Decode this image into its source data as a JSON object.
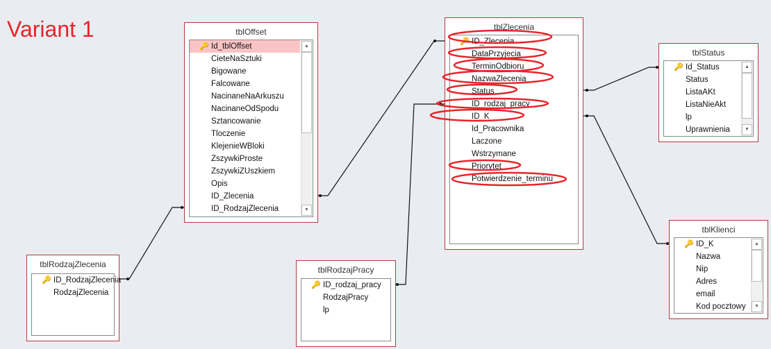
{
  "title": "Variant 1",
  "tables": {
    "offset": {
      "name": "tblOffset",
      "fields": [
        "Id_tblOffset",
        "CieteNaSztuki",
        "Bigowane",
        "Falcowane",
        "NacinaneNaArkuszu",
        "NacinaneOdSpodu",
        "Sztancowanie",
        "Tloczenie",
        "KlejenieWBloki",
        "ZszywkiProste",
        "ZszywkiZUszkiem",
        "Opis",
        "ID_Zlecenia",
        "ID_RodzajZlecenia"
      ]
    },
    "zlecenia": {
      "name": "tblZlecenia",
      "fields": [
        "ID_Zlecenia",
        "DataPrzyjecia",
        "TerminOdbioru",
        "NazwaZlecenia",
        "Status",
        "ID_rodzaj_pracy",
        "ID_K",
        "Id_Pracownika",
        "Laczone",
        "Wstrzymane",
        "Priorytet",
        "Potwierdzenie_terminu"
      ]
    },
    "status": {
      "name": "tblStatus",
      "fields": [
        "Id_Status",
        "Status",
        "ListaAKt",
        "ListaNieAkt",
        "lp",
        "Uprawnienia"
      ]
    },
    "klienci": {
      "name": "tblKlienci",
      "fields": [
        "ID_K",
        "Nazwa",
        "Nip",
        "Adres",
        "email",
        "Kod pocztowy"
      ]
    },
    "rodzajZlecenia": {
      "name": "tblRodzajZlecenia",
      "fields": [
        "ID_RodzajZlecenia",
        "RodzajZlecenia"
      ]
    },
    "rodzajPracy": {
      "name": "tblRodzajPracy",
      "fields": [
        "ID_rodzaj_pracy",
        "RodzajPracy",
        "lp"
      ]
    }
  },
  "highlighted_fields": [
    "ID_Zlecenia",
    "DataPrzyjecia",
    "TerminOdbioru",
    "NazwaZlecenia",
    "Status",
    "ID_rodzaj_pracy",
    "ID_K",
    "Priorytet",
    "Potwierdzenie_terminu"
  ],
  "colors": {
    "annotation": "#e8242a",
    "table_border": "#b23a3f",
    "selected_row": "#fbc4c4"
  }
}
